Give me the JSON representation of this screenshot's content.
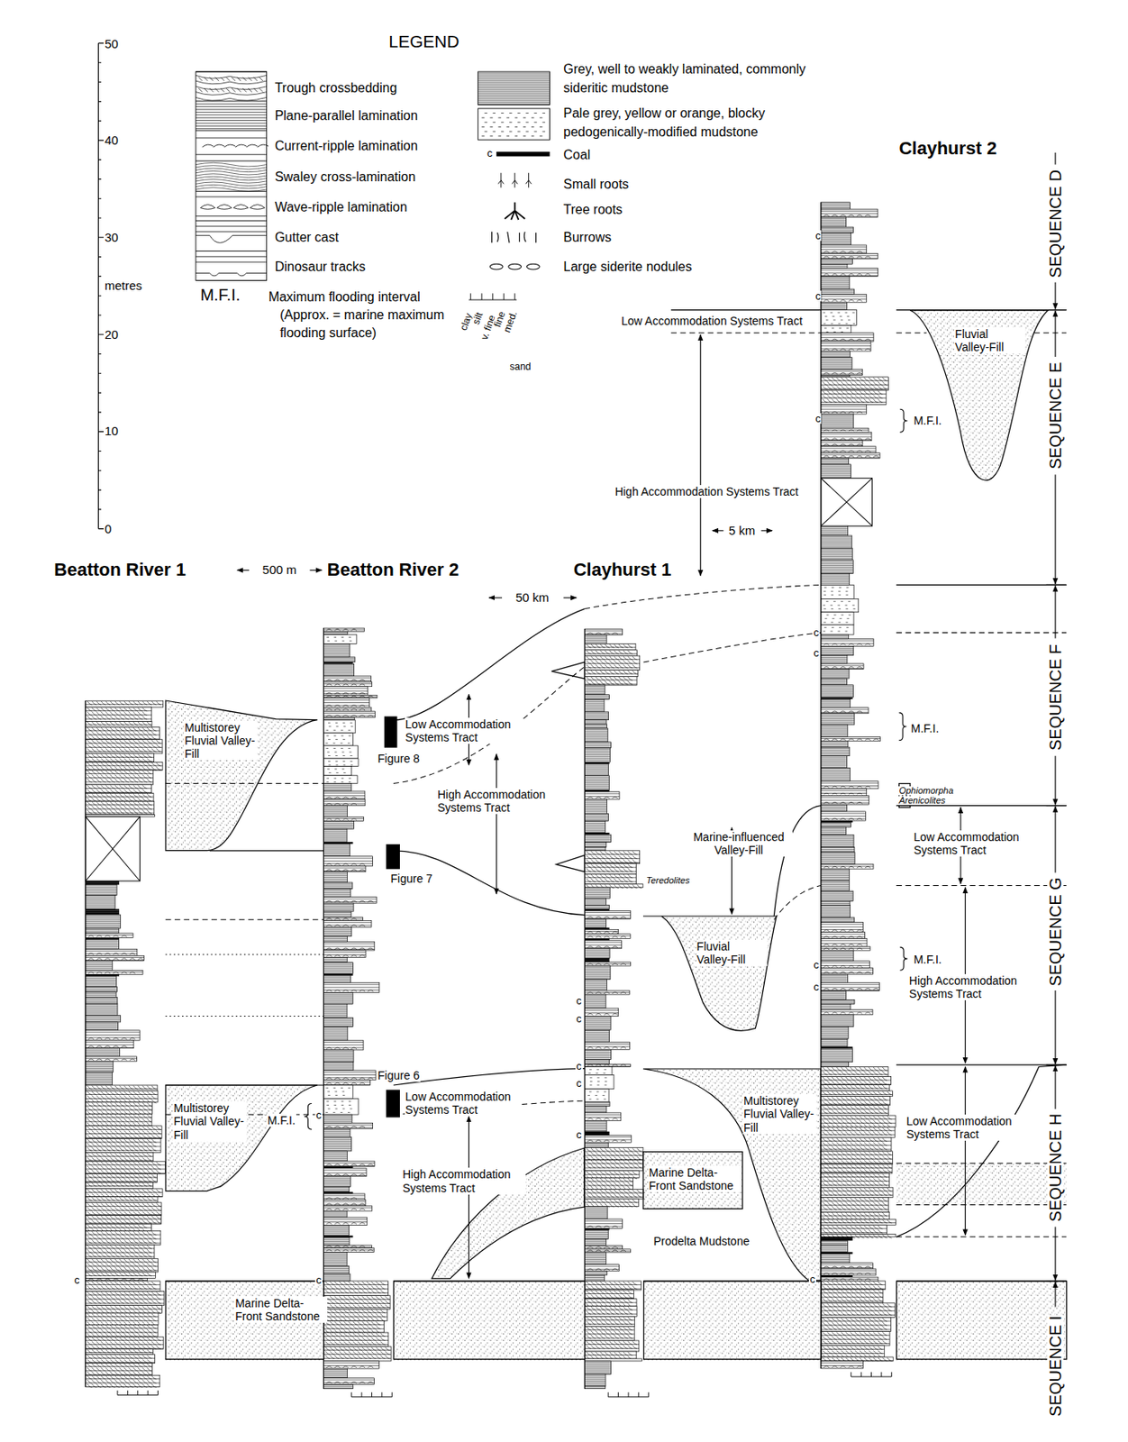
{
  "diagram": {
    "nodes": [
      {
        "text": [
          "Beatton River 1"
        ]
      },
      {
        "text": [
          "Beatton River 2"
        ]
      },
      {
        "text": [
          "Clayhurst 1"
        ]
      },
      {
        "text": [
          "Clayhurst 2"
        ]
      },
      {
        "text": [
          "Fluvial Valley-Fill"
        ]
      },
      {
        "text": [
          "Multistorey Fluvial Valley-Fill"
        ]
      },
      {
        "text": [
          "Fluvial Valley-Fill"
        ]
      },
      {
        "text": [
          "Multistorey Fluvial Valley-Fill"
        ]
      },
      {
        "text": [
          "Multistorey Fluvial Valley-Fill"
        ]
      },
      {
        "text": [
          "Marine Delta-Front Sandstone"
        ]
      },
      {
        "text": [
          "Marine Delta-Front Sandstone"
        ]
      }
    ],
    "labels": [
      "50",
      "40",
      "30",
      "20",
      "10",
      "0",
      "metres",
      "LEGEND",
      "M.F.I.",
      "Maximum flooding interval (Approx. = marine maximum flooding surface)",
      "c",
      "clay",
      "silt",
      "v. fine",
      "fine",
      "med.",
      "sand",
      "500 m",
      "50 km",
      "5 km",
      "SEQUENCE D",
      "SEQUENCE E",
      "SEQUENCE F",
      "SEQUENCE G",
      "SEQUENCE H",
      "SEQUENCE I",
      "Low Accommodation Systems Tract",
      "High Accommodation Systems Tract",
      "M.F.I.",
      "Low Accommodation Systems Tract",
      "Figure 8",
      "High Accommodation Systems Tract",
      "Figure 7",
      "M.F.I.",
      "Ophiomorpha",
      "Arenicolites",
      "Marine-influenced Valley-Fill",
      "Low Accommodation Systems Tract",
      "Teredolites",
      "M.F.I.",
      "High Accommodation Systems Tract",
      "Figure 6",
      "Low Accommodation Systems Tract",
      "M.F.I.",
      "High Accommodation Systems Tract",
      "Low Accommodation Systems Tract",
      "Prodelta Mudstone",
      "c",
      "c",
      "c",
      "c",
      "c",
      "c",
      "c",
      "c",
      "c",
      "c",
      "c",
      "c",
      "c",
      "c",
      "c",
      "c"
    ],
    "legend": [
      {
        "text": "Trough crossbedding"
      },
      {
        "text": "Plane-parallel lamination"
      },
      {
        "text": "Current-ripple lamination"
      },
      {
        "text": "Swaley cross-lamination"
      },
      {
        "text": "Wave-ripple lamination"
      },
      {
        "text": "Gutter cast"
      },
      {
        "text": "Dinosaur tracks"
      },
      {
        "text": "Grey, well to weakly laminated, commonly sideritic mudstone"
      },
      {
        "text": "Pale grey, yellow or orange, blocky pedogenically-modified mudstone"
      },
      {
        "text": "Coal"
      },
      {
        "text": "Small roots"
      },
      {
        "text": "Tree roots"
      },
      {
        "text": "Burrows"
      },
      {
        "text": "Large siderite nodules"
      }
    ]
  }
}
